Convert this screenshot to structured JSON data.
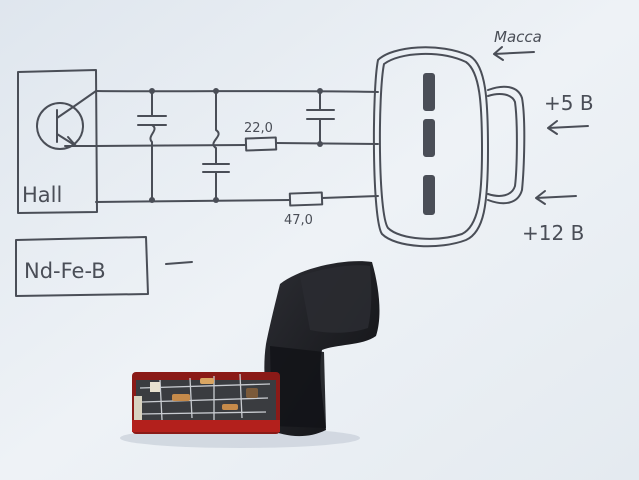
{
  "labels": {
    "sensor": "Hall",
    "magnet": "Nd-Fe-B",
    "ground": "Масса",
    "v5": "+5 В",
    "v12": "+12 В",
    "r1": "22,0",
    "r2": "47,0"
  },
  "colors": {
    "paper": "#e9eef3",
    "ink": "#4a4e57",
    "pcb_red": "#b3201c",
    "plastic_black": "#1d1e22"
  }
}
